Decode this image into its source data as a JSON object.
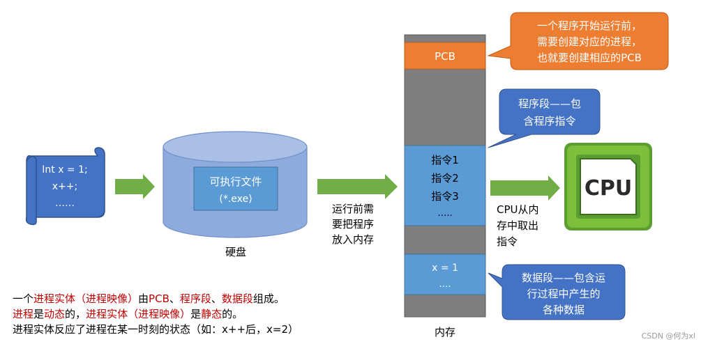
{
  "colors": {
    "memory_gray": "#7f7f7f",
    "memory_blue": "#5b9bd5",
    "pcb_orange": "#ed7d31",
    "disk_fill": "#8faadc",
    "arrow_green": "#70ad47",
    "callout_blue": "#4472c4",
    "highlight_red": "#c00000",
    "scroll_blue": "#4472c4",
    "cpu_green": "#7cbf3b"
  },
  "icons": [
    "scroll-icon",
    "disk-cylinder-icon",
    "cpu-chip-icon"
  ],
  "source_code": {
    "line1": "Int x = 1;",
    "line2": "x++;",
    "line3": "……"
  },
  "disk": {
    "file_label": "可执行文件",
    "file_ext": "(*.exe)",
    "caption": "硬盘"
  },
  "load_arrow": {
    "line1": "运行前需",
    "line2": "要把程序",
    "line3": "放入内存"
  },
  "memory": {
    "pcb_label": "PCB",
    "instructions": [
      "指令1",
      "指令2",
      "指令3",
      "….."
    ],
    "data_line1": "x = 1",
    "data_line2": "….",
    "caption": "内存"
  },
  "fetch_arrow": {
    "line1": "CPU从内",
    "line2": "存中取出",
    "line3": "指令"
  },
  "cpu": {
    "label": "CPU"
  },
  "callouts": {
    "pcb": {
      "line1": "一个程序开始运行前，",
      "line2": "需要创建对应的进程，",
      "line3": "也就要创建相应的PCB"
    },
    "program_segment": {
      "line1": "程序段——包",
      "line2": "含程序指令"
    },
    "data_segment": {
      "line1": "数据段——包含运",
      "line2": "行过程中产生的",
      "line3": "各种数据"
    }
  },
  "notes": {
    "line1": [
      {
        "text": "一个",
        "red": false
      },
      {
        "text": "进程实体（进程映像）",
        "red": true
      },
      {
        "text": "由",
        "red": false
      },
      {
        "text": "PCB",
        "red": true
      },
      {
        "text": "、",
        "red": false
      },
      {
        "text": "程序段",
        "red": true
      },
      {
        "text": "、",
        "red": false
      },
      {
        "text": "数据段",
        "red": true
      },
      {
        "text": "组成。",
        "red": false
      }
    ],
    "line2": [
      {
        "text": "进程",
        "red": true
      },
      {
        "text": "是",
        "red": false
      },
      {
        "text": "动态",
        "red": true
      },
      {
        "text": "的，",
        "red": false
      },
      {
        "text": "进程实体（进程映像）",
        "red": true
      },
      {
        "text": "是",
        "red": false
      },
      {
        "text": "静态",
        "red": true
      },
      {
        "text": "的。",
        "red": false
      }
    ],
    "line3": "进程实体反应了进程在某一时刻的状态（如：x++后，x=2）"
  },
  "watermark": "CSDN @何为xl"
}
